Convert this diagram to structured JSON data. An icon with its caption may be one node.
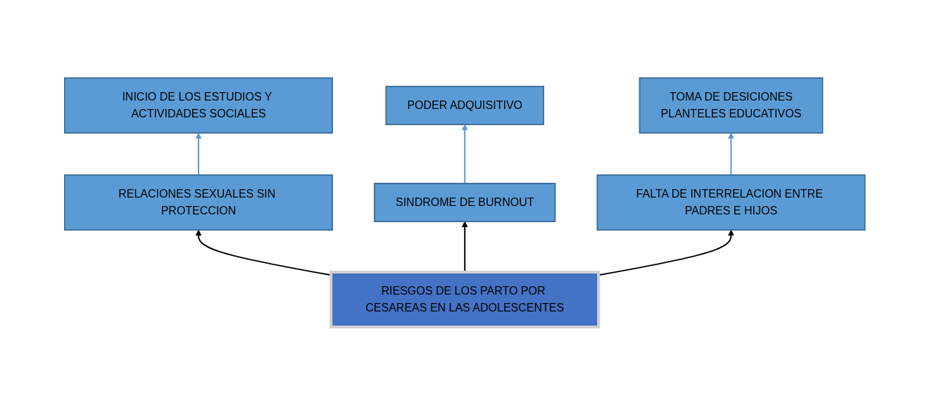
{
  "diagram": {
    "nodes": [
      {
        "text": [
          "INICIO DE LOS ESTUDIOS Y ACTIVIDADES SOCIALES"
        ]
      },
      {
        "text": [
          "PODER ADQUISITIVO"
        ]
      },
      {
        "text": [
          "TOMA DE DESICIONES",
          "PLANTELES EDUCATIVOS"
        ]
      },
      {
        "text": [
          "RELACIONES SEXUALES SIN PROTECCION"
        ]
      },
      {
        "text": [
          "SINDROME DE BURNOUT"
        ]
      },
      {
        "text": [
          "FALTA DE INTERRELACION ENTRE PADRES E HIJOS"
        ]
      },
      {
        "text": [
          "RIESGOS DE LOS PARTO POR CESAREAS EN LAS ADOLESCENTES"
        ]
      }
    ],
    "edges": [
      {
        "from": 3,
        "to": 0,
        "arrow": "to"
      },
      {
        "from": 4,
        "to": 1,
        "arrow": "to"
      },
      {
        "from": 5,
        "to": 2,
        "arrow": "to"
      },
      {
        "from": 6,
        "to": 3,
        "arrow": "to",
        "color": "#000000"
      },
      {
        "from": 6,
        "to": 4,
        "arrow": "to",
        "color": "#000000"
      },
      {
        "from": 6,
        "to": 5,
        "arrow": "to",
        "color": "#000000"
      }
    ]
  }
}
